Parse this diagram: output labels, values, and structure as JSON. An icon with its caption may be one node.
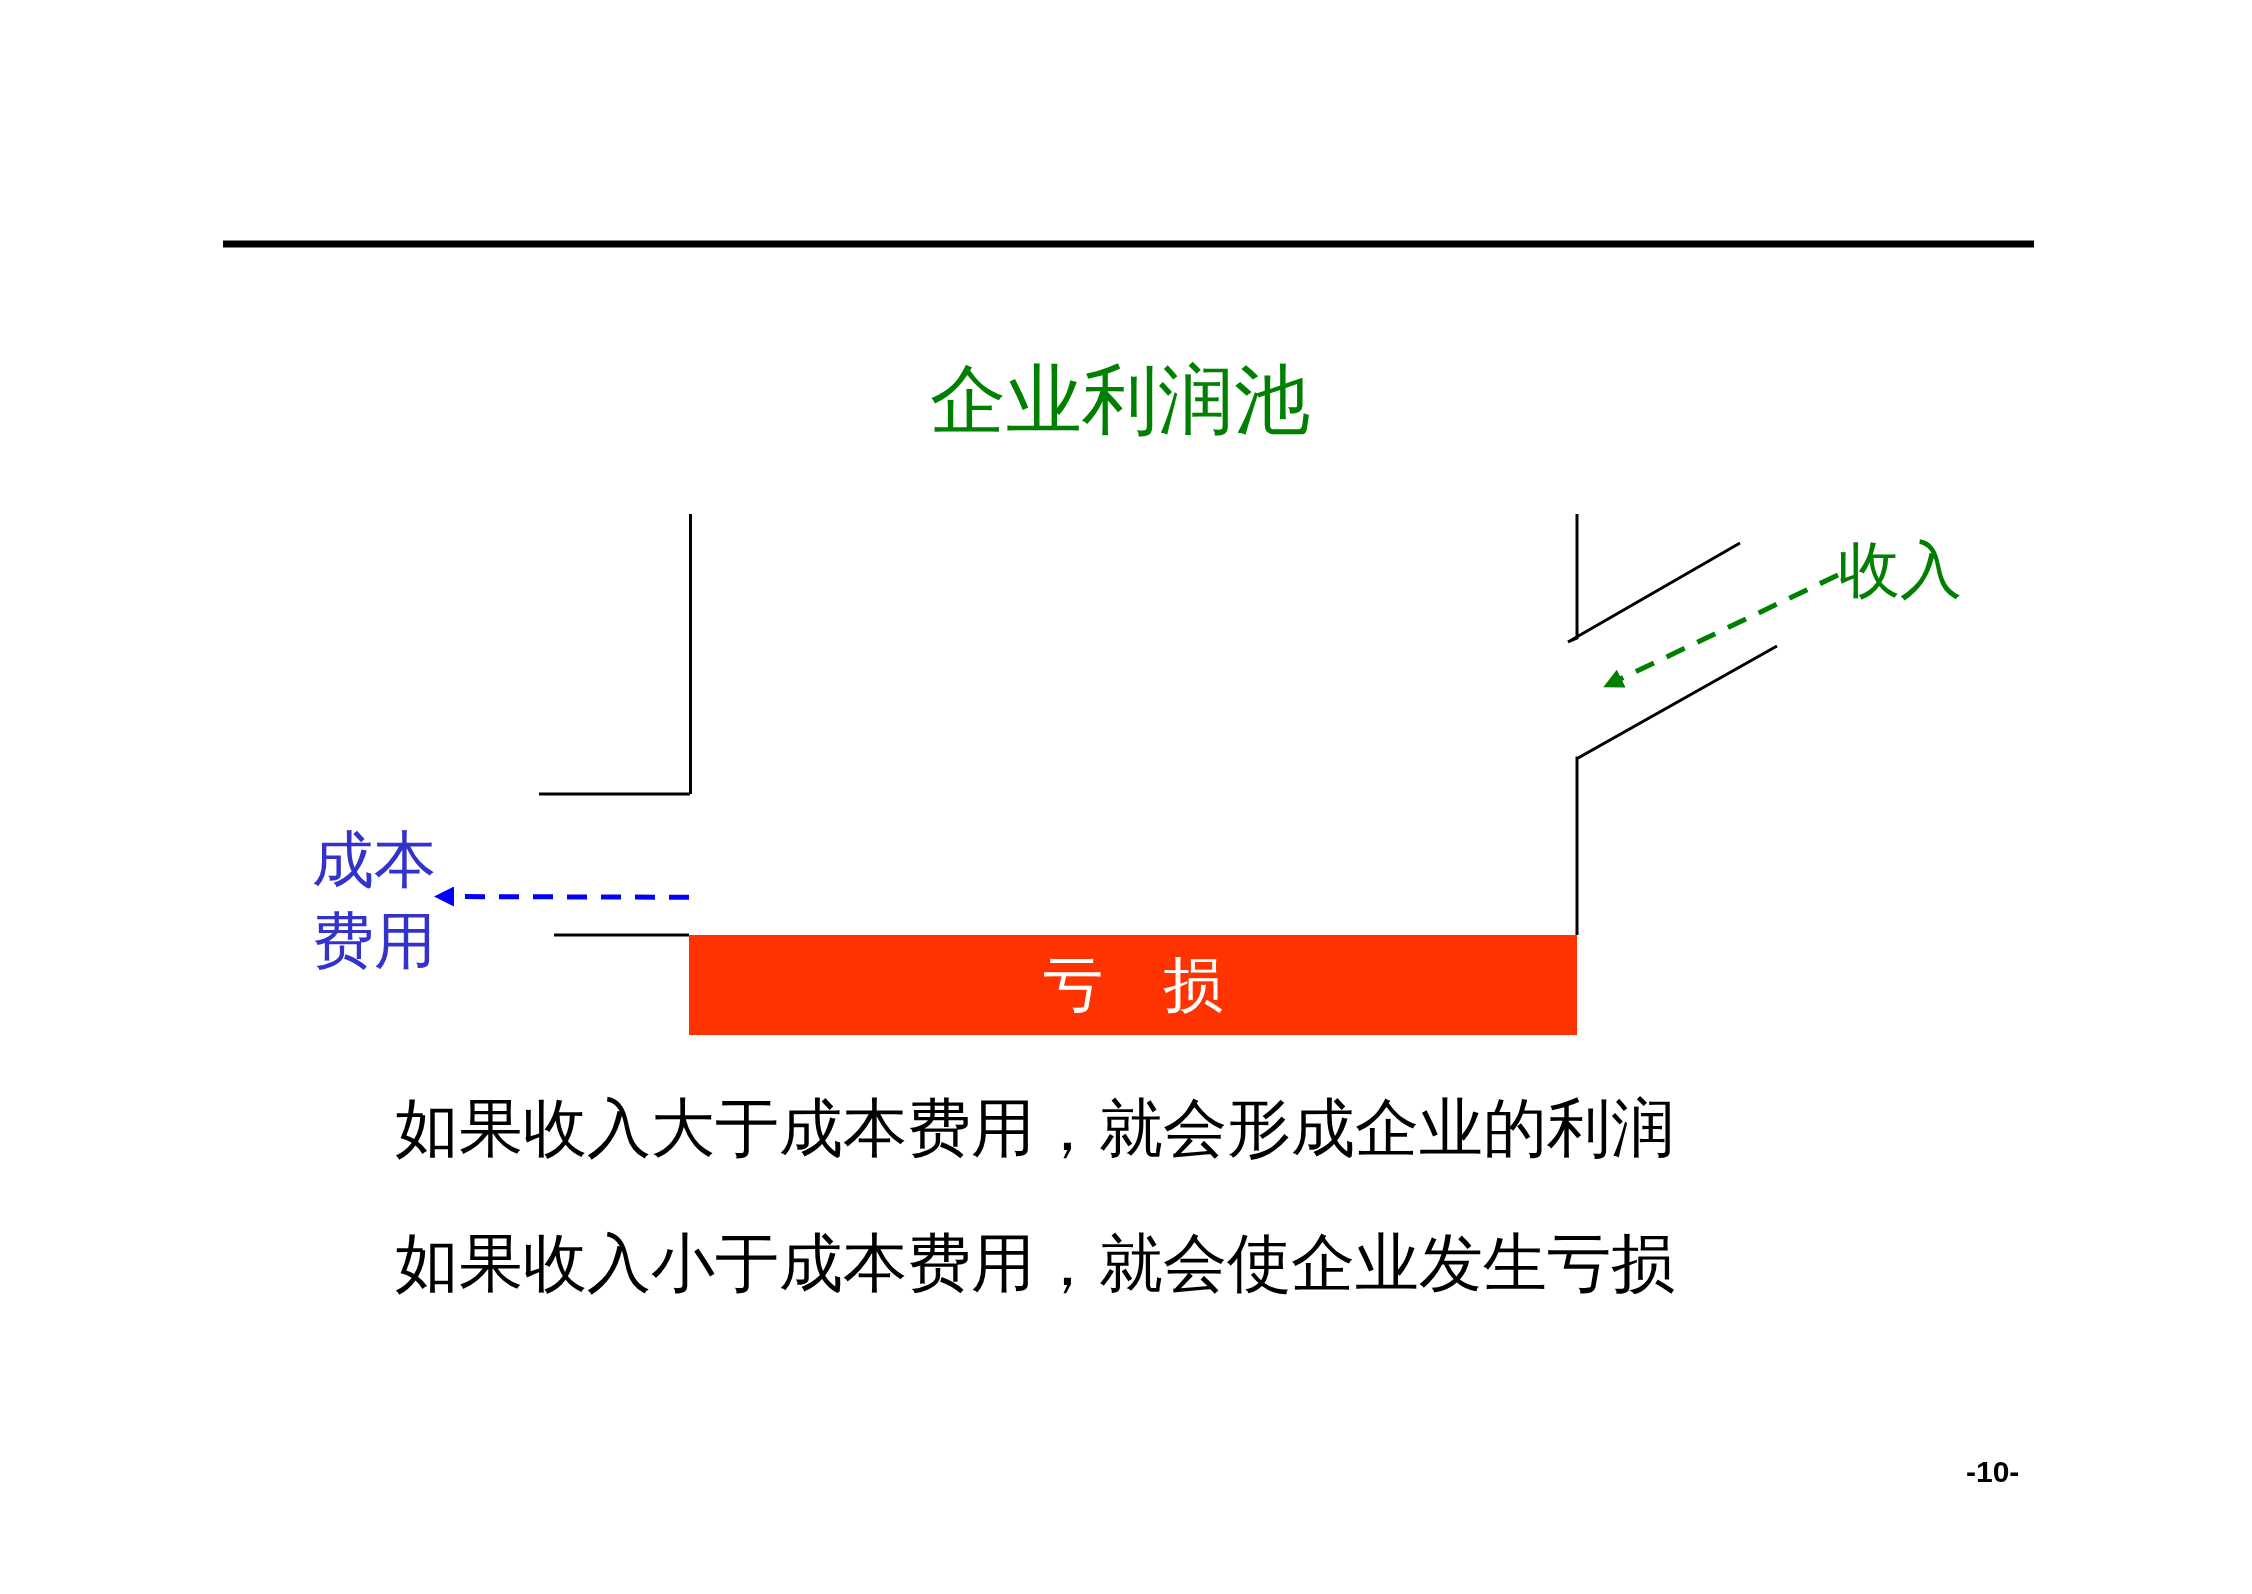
{
  "diagram": {
    "nodes": [
      {
        "text": [
          "企业利润池"
        ]
      },
      {
        "text": [
          "收入"
        ]
      },
      {
        "text": [
          "成本费用"
        ]
      },
      {
        "text": [
          "亏　损"
        ],
        "in": 0
      }
    ],
    "edges": [
      {
        "from": 1,
        "to": 0,
        "arrow": "to",
        "style": "dashed",
        "color": "#008000"
      },
      {
        "from": 0,
        "to": 2,
        "arrow": "to",
        "style": "dashed",
        "color": "#0000ff"
      }
    ],
    "labels": [
      "如果收入大于成本费用，就会形成企业的利润",
      "如果收入小于成本费用，就会使企业发生亏损",
      "-10-"
    ]
  }
}
